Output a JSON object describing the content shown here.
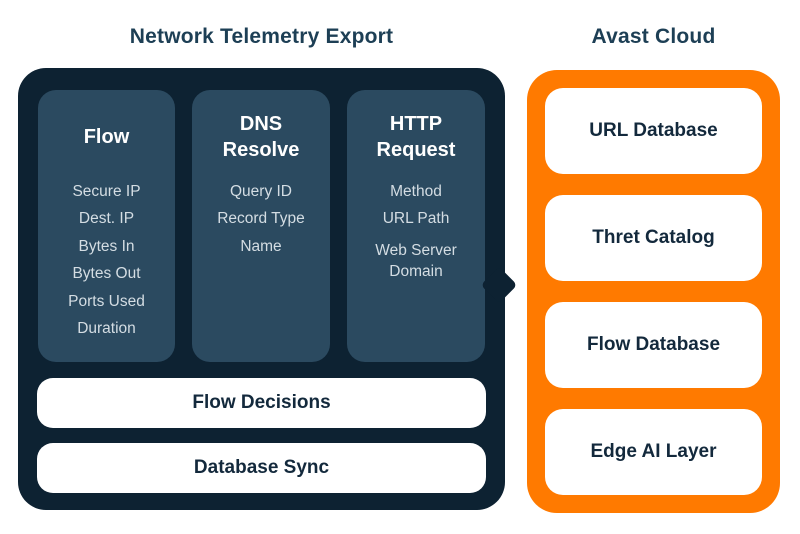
{
  "titles": {
    "telemetry": "Network Telemetry Export",
    "cloud": "Avast Cloud"
  },
  "colors": {
    "background": "#ffffff",
    "panel_dark": "#0d2232",
    "column_slate": "#2b4a60",
    "orange": "#ff7a00",
    "title_text": "#1d3f55",
    "column_header_text": "#ffffff",
    "column_item_text": "#d4dde3",
    "label_dark_text": "#13293c"
  },
  "telemetry_panel": {
    "columns": [
      {
        "header": "Flow",
        "items": [
          "Secure IP",
          "Dest. IP",
          "Bytes In",
          "Bytes Out",
          "Ports Used",
          "Duration"
        ]
      },
      {
        "header": "DNS Resolve",
        "items": [
          "Query ID",
          "Record Type",
          "Name"
        ]
      },
      {
        "header": "HTTP Request",
        "items": [
          "Method",
          "URL Path",
          "Web Server Domain"
        ]
      }
    ],
    "bars": [
      "Flow Decisions",
      "Database Sync"
    ]
  },
  "cloud_panel": {
    "boxes": [
      "URL Database",
      "Thret Catalog",
      "Flow Database",
      "Edge AI Layer"
    ]
  }
}
